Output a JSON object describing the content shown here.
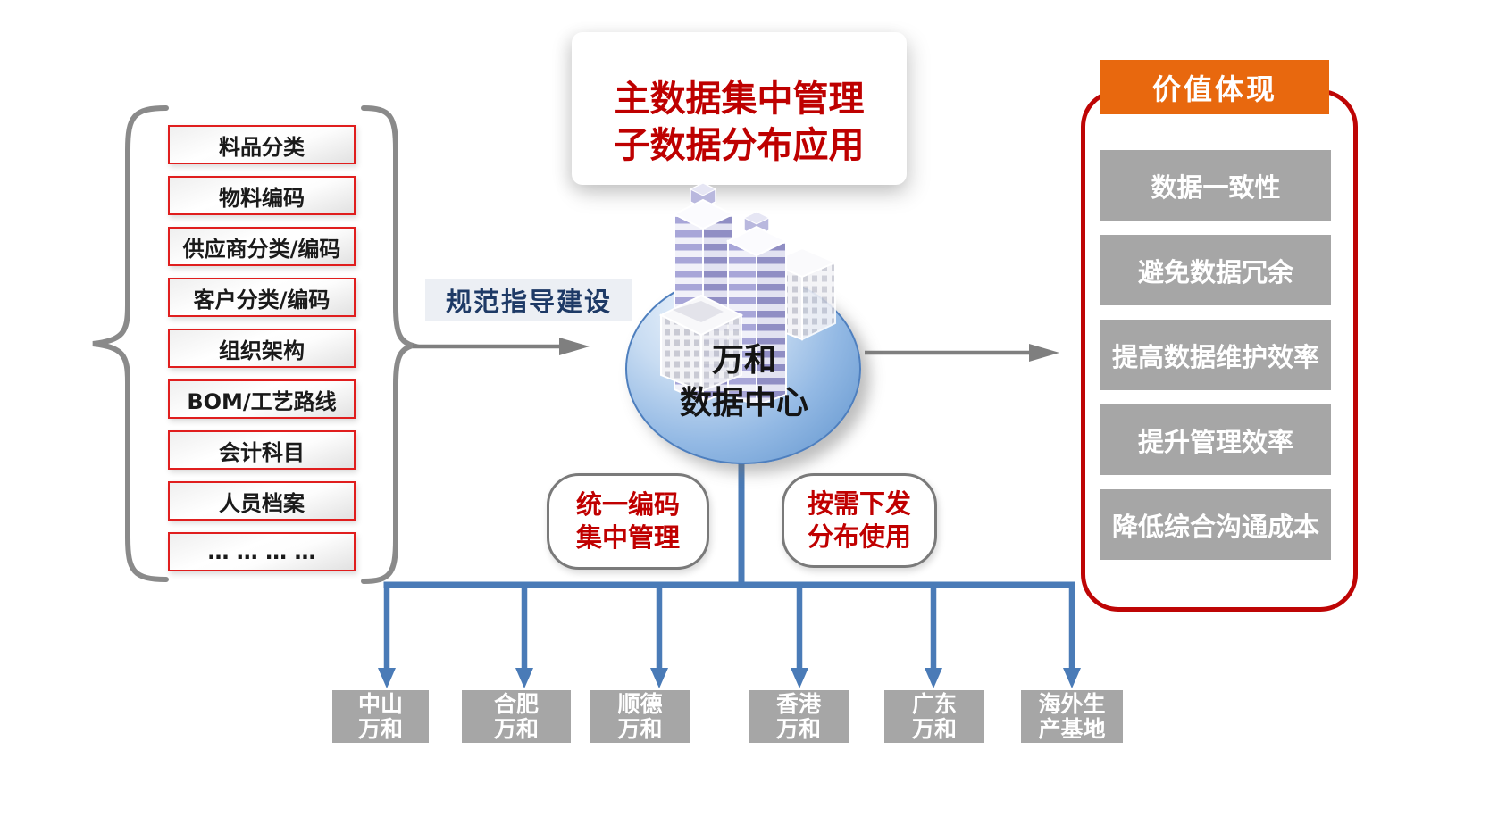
{
  "title_card": {
    "line1": "主数据集中管理",
    "line2": "子数据分布应用"
  },
  "master_data_list": {
    "items": [
      "料品分类",
      "物料编码",
      "供应商分类/编码",
      "客户分类/编码",
      "组织架构",
      "BOM/工艺路线",
      "会计科目",
      "人员档案",
      "… … … …"
    ]
  },
  "guide_label": {
    "text": "规范指导建设"
  },
  "data_center": {
    "line1": "万和",
    "line2": "数据中心"
  },
  "process_bubbles": {
    "left": {
      "line1": "统一编码",
      "line2": "集中管理"
    },
    "right": {
      "line1": "按需下发",
      "line2": "分布使用"
    }
  },
  "value_panel": {
    "header": "价值体现",
    "items": [
      "数据一致性",
      "避免数据冗余",
      "提高数据维护效率",
      "提升管理效率",
      "降低综合沟通成本"
    ]
  },
  "subsidiaries": [
    {
      "line1": "中山",
      "line2": "万和"
    },
    {
      "line1": "合肥",
      "line2": "万和"
    },
    {
      "line1": "顺德",
      "line2": "万和"
    },
    {
      "line1": "香港",
      "line2": "万和"
    },
    {
      "line1": "广东",
      "line2": "万和"
    },
    {
      "line1": "海外生",
      "line2": "产基地"
    }
  ],
  "colors": {
    "title_red": "#BE0000",
    "list_border_red": "#E01E1E",
    "panel_border_red": "#BE0505",
    "header_orange": "#E8680E",
    "box_gray": "#A6A6A6",
    "line_blue": "#4A7BB7",
    "arrow_gray": "#7F7F7F",
    "label_navy": "#1E3A66",
    "ellipse_blue": "#5E92CC"
  }
}
